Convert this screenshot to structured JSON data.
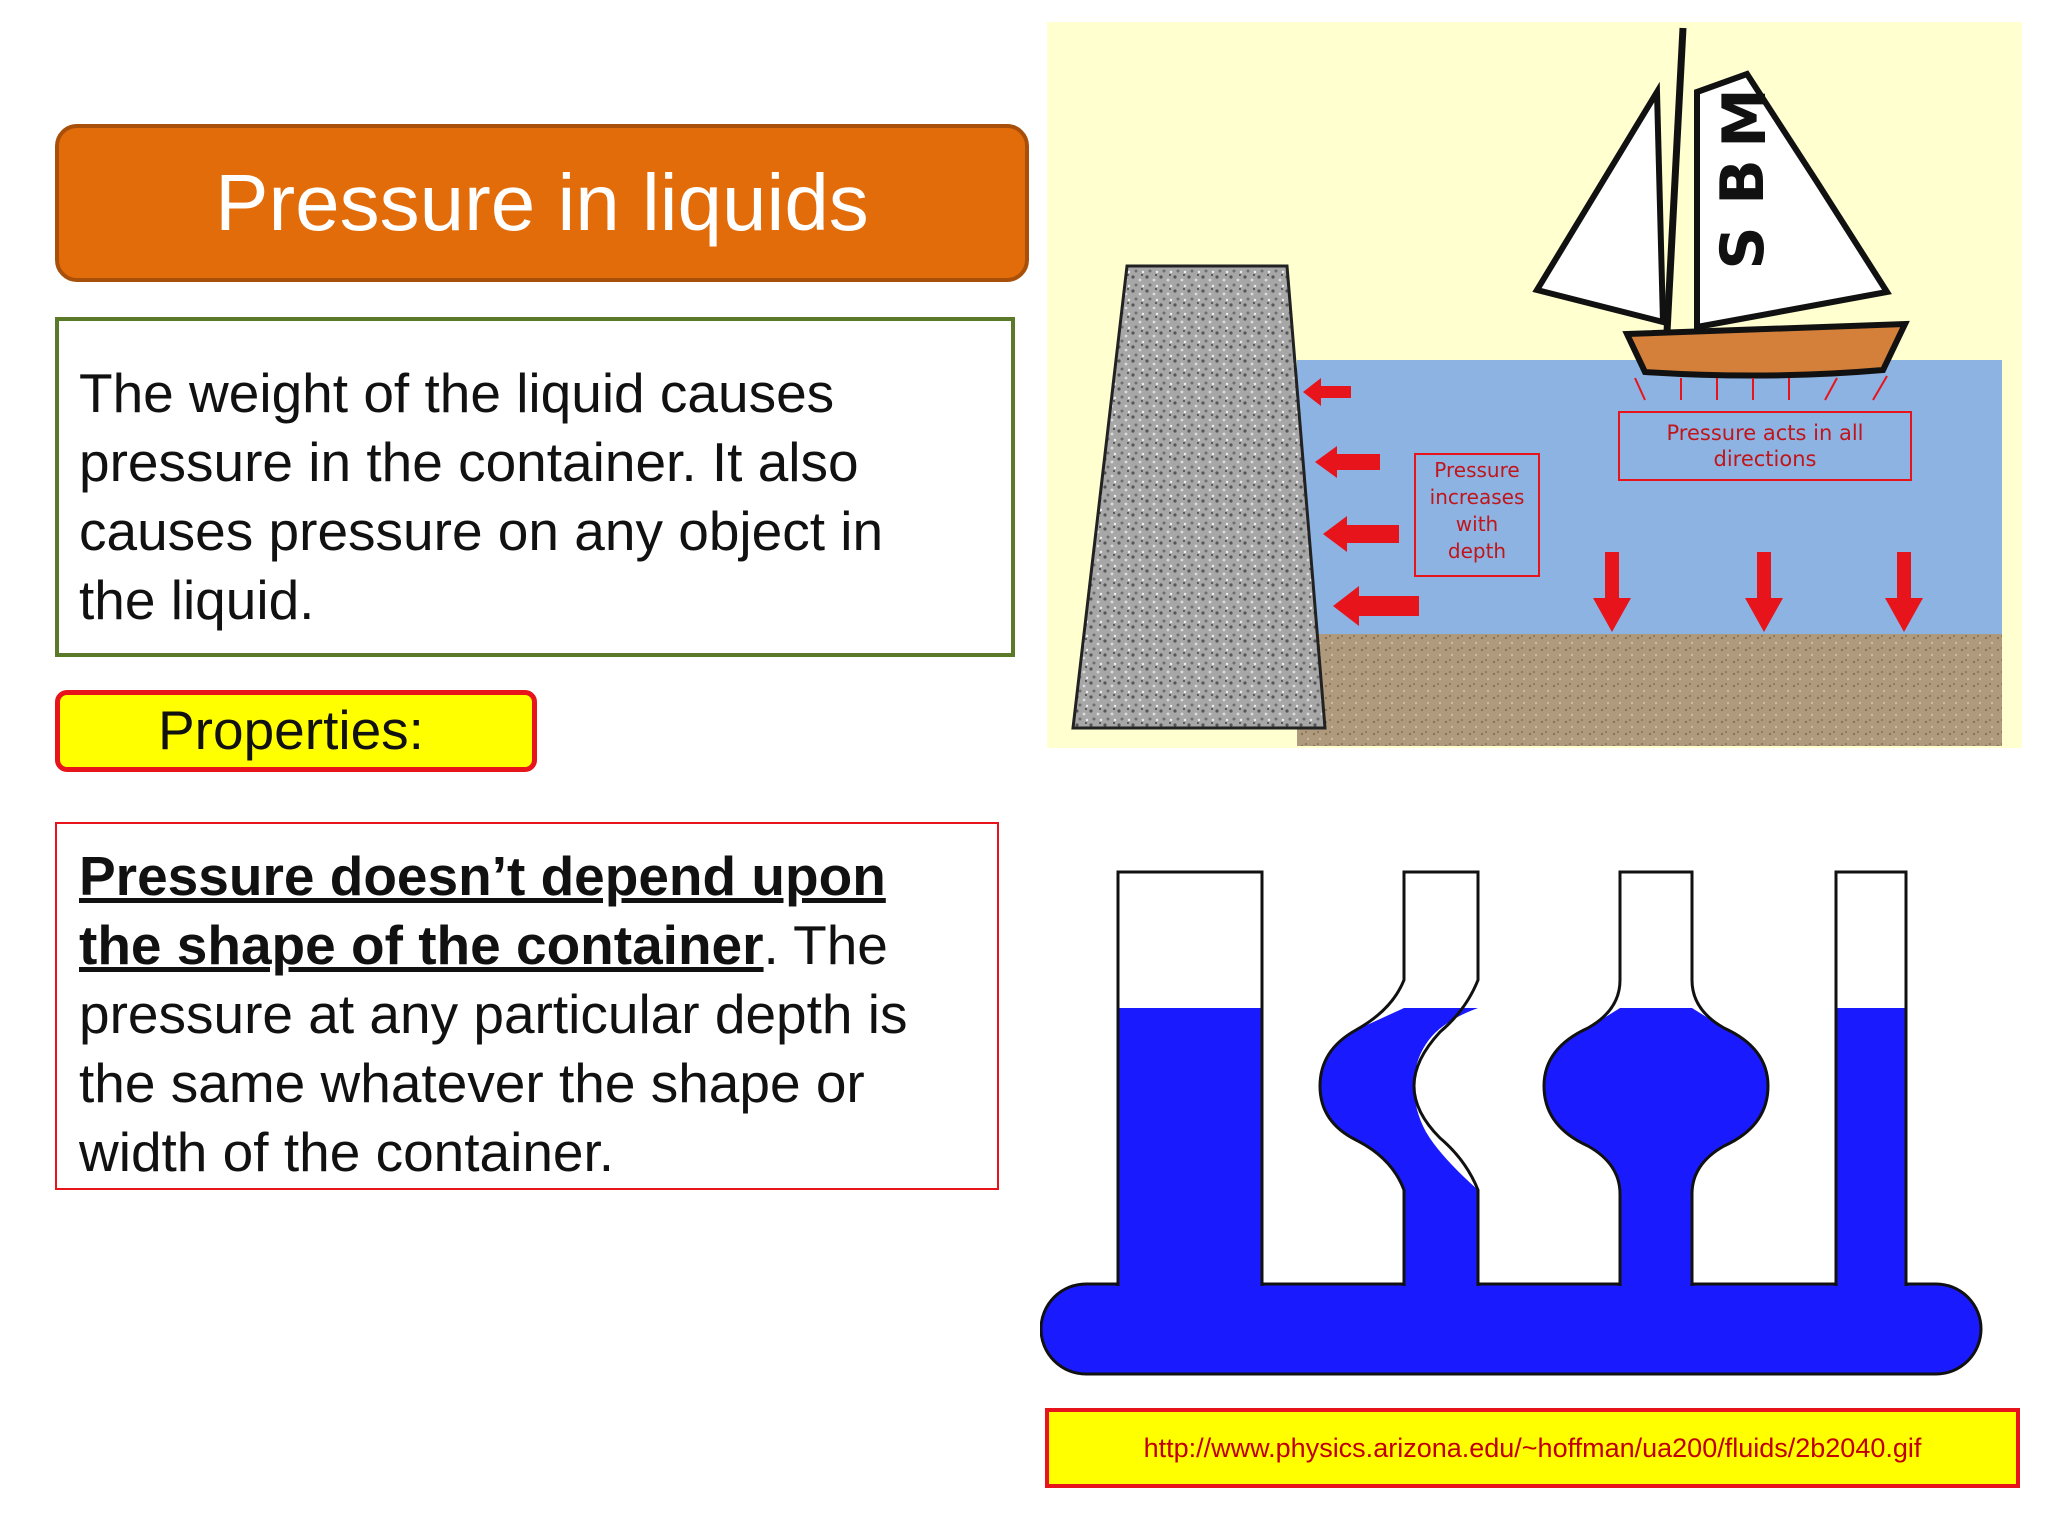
{
  "slide": {
    "title": "Pressure in liquids",
    "intro": {
      "lines": [
        "The weight of the liquid causes",
        "pressure in the container.  It also",
        "causes pressure on any object in",
        "the liquid."
      ]
    },
    "properties_label": "Properties:",
    "fact": {
      "bold_line1": "Pressure doesn’t depend upon",
      "bold_line2": "the shape of the container",
      "line2_rest": ".  The",
      "line3": "pressure at any particular depth is",
      "line4": "the same whatever the shape or",
      "line5": "width of the container."
    }
  },
  "boat_diagram": {
    "sail_letters": [
      "M",
      "B",
      "S"
    ],
    "label_all_directions_line1": "Pressure acts in all",
    "label_all_directions_line2": "directions",
    "label_depth_lines": [
      "Pressure",
      "increases",
      "with",
      "depth"
    ],
    "colors": {
      "sky": "#ffffd0",
      "water": "#8db3e2",
      "arrow": "#e8141b",
      "hull": "#d4803a"
    }
  },
  "tubes_diagram": {
    "colors": {
      "liquid": "#1a1aff"
    }
  },
  "source": {
    "url": "http://www.physics.arizona.edu/~hoffman/ua200/fluids/2b2040.gif"
  }
}
